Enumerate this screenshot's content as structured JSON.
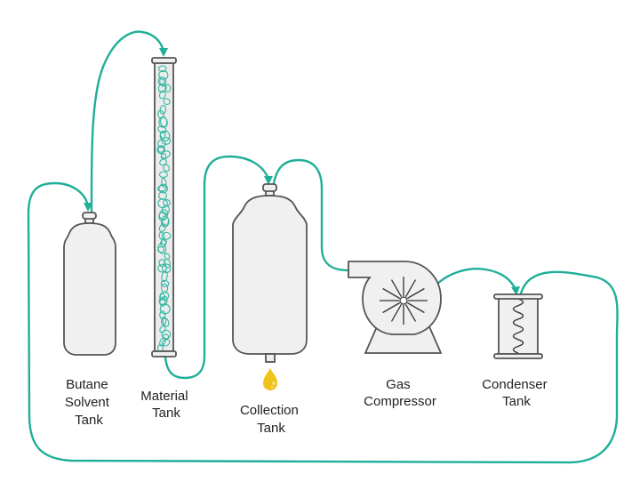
{
  "diagram": {
    "title": "Butane closed-loop extraction process",
    "colors": {
      "pipe": "#1fae98",
      "vessel_fill": "#f0f0f0",
      "vessel_stroke": "#555555",
      "material_bubbles": "#35b7a4",
      "oil_drop": "#f1c21a",
      "label_text": "#222222"
    },
    "components": [
      {
        "id": "butane-solvent-tank",
        "label_lines": [
          "Butane",
          "Solvent",
          "Tank"
        ],
        "icon": "gas-cylinder"
      },
      {
        "id": "material-tank",
        "label_lines": [
          "Material",
          "Tank"
        ],
        "icon": "packed-column"
      },
      {
        "id": "collection-tank",
        "label_lines": [
          "Collection",
          "Tank"
        ],
        "icon": "collection-vessel-with-oil-drop"
      },
      {
        "id": "gas-compressor",
        "label_lines": [
          "Gas",
          "Compressor"
        ],
        "icon": "centrifugal-compressor"
      },
      {
        "id": "condenser-tank",
        "label_lines": [
          "Condenser",
          "Tank"
        ],
        "icon": "coil-condenser"
      }
    ],
    "flows": [
      {
        "from": "butane-solvent-tank",
        "to": "material-tank"
      },
      {
        "from": "material-tank",
        "to": "collection-tank"
      },
      {
        "from": "collection-tank",
        "to": "gas-compressor"
      },
      {
        "from": "gas-compressor",
        "to": "condenser-tank"
      },
      {
        "from": "condenser-tank",
        "to": "butane-solvent-tank"
      }
    ]
  }
}
